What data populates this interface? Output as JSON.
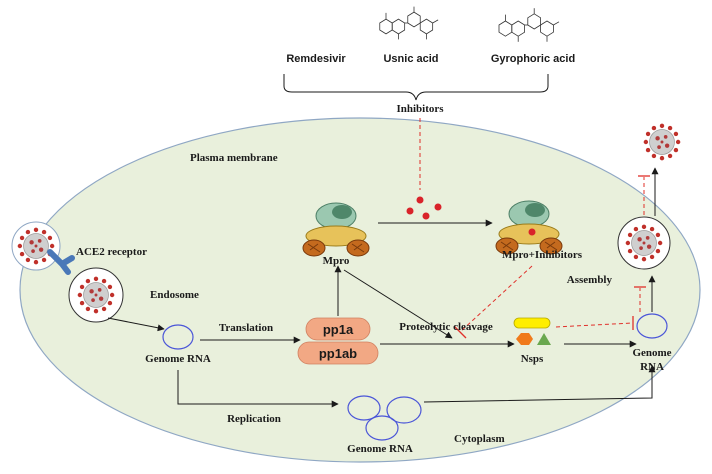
{
  "inhibitor_names": {
    "remdesivir": "Remdesivir",
    "usnic": "Usnic acid",
    "gyrophoric": "Gyrophoric acid"
  },
  "labels": {
    "inhibitors": "Inhibitors",
    "plasma_membrane": "Plasma membrane",
    "ace2": "ACE2 receptor",
    "endosome": "Endosome",
    "mpro": "Mpro",
    "mpro_inhibitors": "Mpro+Inhibitors",
    "assembly": "Assembly",
    "translation": "Translation",
    "pp1a": "pp1a",
    "pp1ab": "pp1ab",
    "proteolytic": "Proteolytic cleavage",
    "nsps": "Nsps",
    "genome_rna_left": "Genome RNA",
    "genome_rna_right_1": "Genome",
    "genome_rna_right_2": "RNA",
    "replication": "Replication",
    "genome_rna_bottom": "Genome RNA",
    "cytoplasm": "Cytoplasm"
  },
  "colors": {
    "cell_fill": "#e9f0dc",
    "cell_stroke": "#8fa7c4",
    "inhibitor_line": "#e0302a",
    "pp_fill": "#f2a884",
    "rna_ring": "#4a55d8",
    "virus_body": "#c8c8c8",
    "virus_spike": "#c0302a",
    "receptor": "#4a78b8",
    "nsp_yellow": "#ffee00",
    "nsp_orange": "#f07a1a",
    "nsp_green": "#6aa84f"
  }
}
